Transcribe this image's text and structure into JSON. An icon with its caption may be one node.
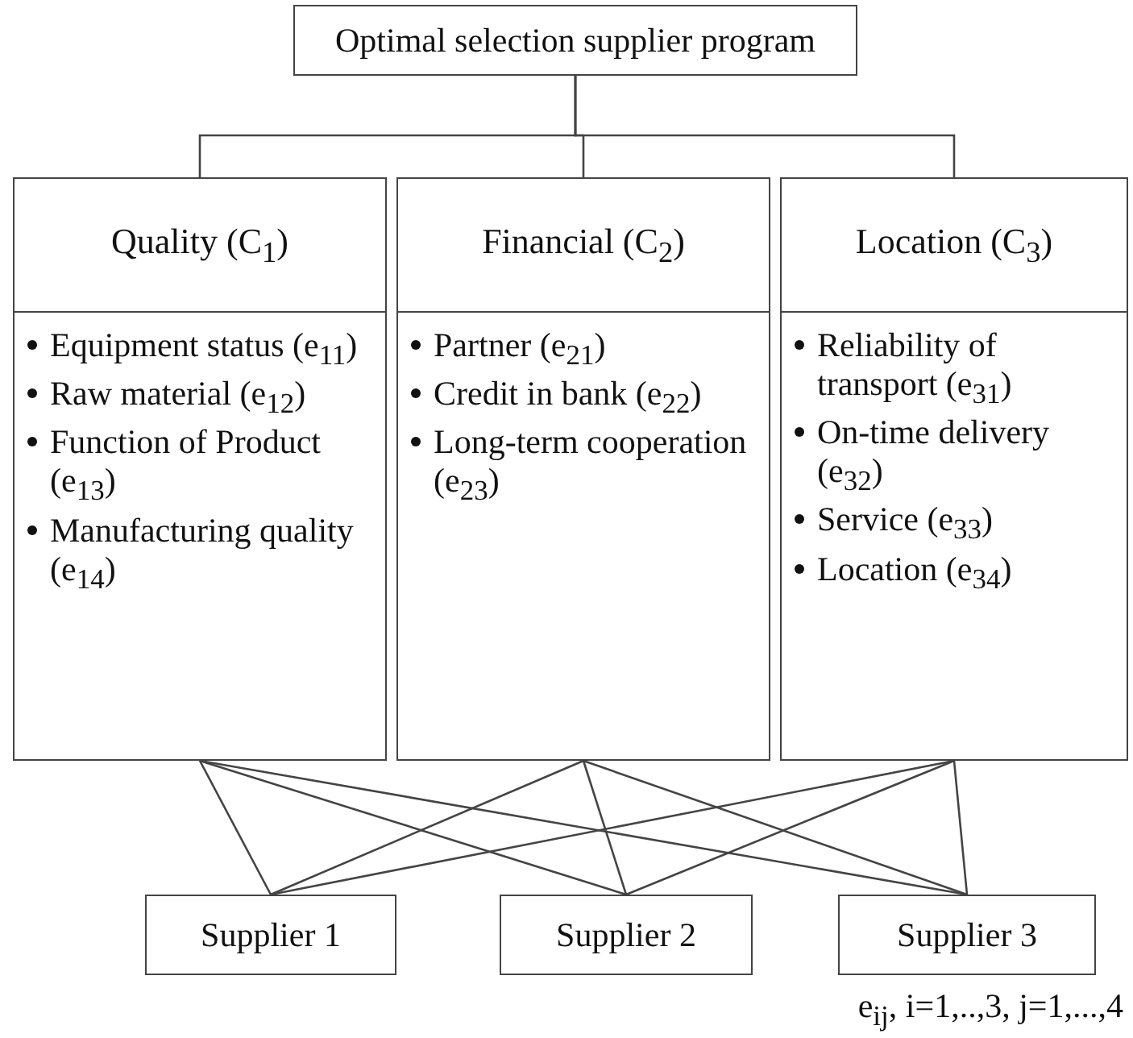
{
  "diagram": {
    "nodes": [
      {
        "text": [
          "Optimal selection supplier program"
        ]
      },
      {
        "text": [
          "Quality (C$_{1}$)",
          "Equipment status (e$_{11}$)",
          "Raw material (e$_{12}$)",
          "Function of Product (e$_{13}$)",
          "Manufacturing quality (e$_{14}$)"
        ]
      },
      {
        "text": [
          "Financial (C$_{2}$)",
          "Partner (e$_{21}$)",
          "Credit in bank (e$_{22}$)",
          "Long-term cooperation (e$_{23}$)"
        ]
      },
      {
        "text": [
          "Location (C$_{3}$)",
          "Reliability of transport (e$_{31}$)",
          "On-time delivery (e$_{32}$)",
          "Service (e$_{33}$)",
          "Location (e$_{34}$)"
        ]
      },
      {
        "text": [
          "Supplier 1"
        ]
      },
      {
        "text": [
          "Supplier 2"
        ]
      },
      {
        "text": [
          "Supplier 3"
        ]
      }
    ],
    "edges": [
      {
        "from": 0,
        "to": 1,
        "arrow": "none"
      },
      {
        "from": 0,
        "to": 2,
        "arrow": "none"
      },
      {
        "from": 0,
        "to": 3,
        "arrow": "none"
      },
      {
        "from": 1,
        "to": 4,
        "arrow": "none"
      },
      {
        "from": 1,
        "to": 5,
        "arrow": "none"
      },
      {
        "from": 1,
        "to": 6,
        "arrow": "none"
      },
      {
        "from": 2,
        "to": 4,
        "arrow": "none"
      },
      {
        "from": 2,
        "to": 5,
        "arrow": "none"
      },
      {
        "from": 2,
        "to": 6,
        "arrow": "none"
      },
      {
        "from": 3,
        "to": 4,
        "arrow": "none"
      },
      {
        "from": 3,
        "to": 5,
        "arrow": "none"
      },
      {
        "from": 3,
        "to": 6,
        "arrow": "none"
      }
    ],
    "labels": [
      "e$_{ij}$, i=1,..,3, j=1,...,4"
    ]
  }
}
